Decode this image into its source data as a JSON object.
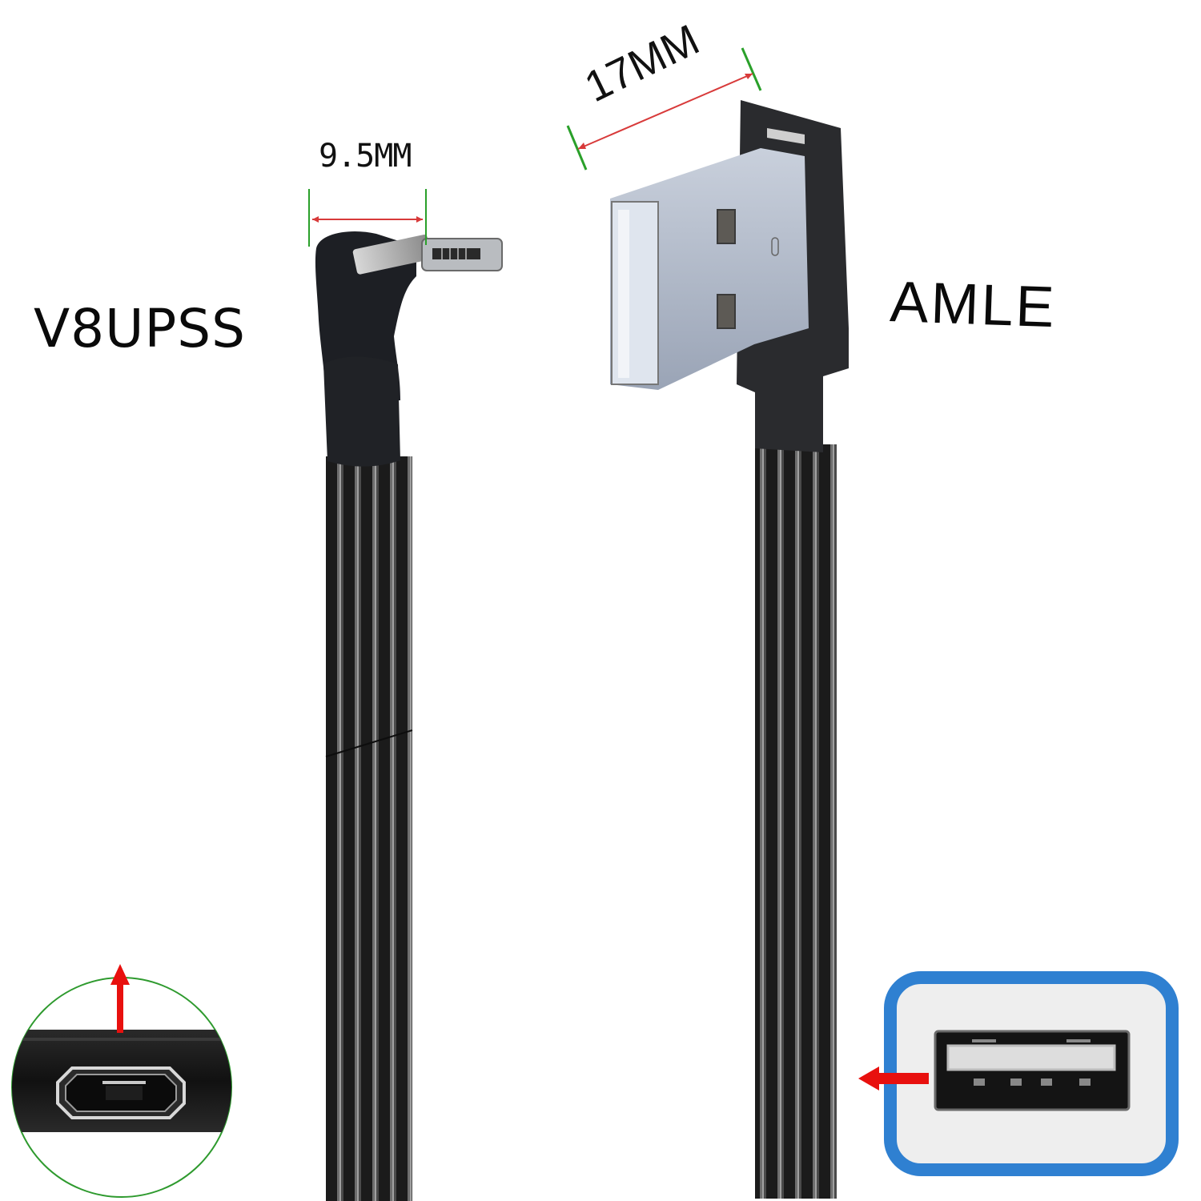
{
  "product": {
    "left_connector": {
      "model_label": "V8UPSS",
      "dimension_label": "9.5MM",
      "connector_type": "micro-usb-up-angle",
      "inset_icon": "micro-usb-port-up-arrow-icon",
      "inset_border_color": "#2e9a2e"
    },
    "right_connector": {
      "model_label": "AMLE",
      "dimension_label": "17MM",
      "connector_type": "usb-a-left-angle",
      "inset_icon": "usb-a-port-left-arrow-icon",
      "inset_border_color": "#2f80d1"
    }
  },
  "colors": {
    "dimension_line": "#d83a3a",
    "extension_line": "#2aa02a",
    "arrow": "#e8100e",
    "cable": "#1c1c1c",
    "metal": "#a9b3c4"
  }
}
